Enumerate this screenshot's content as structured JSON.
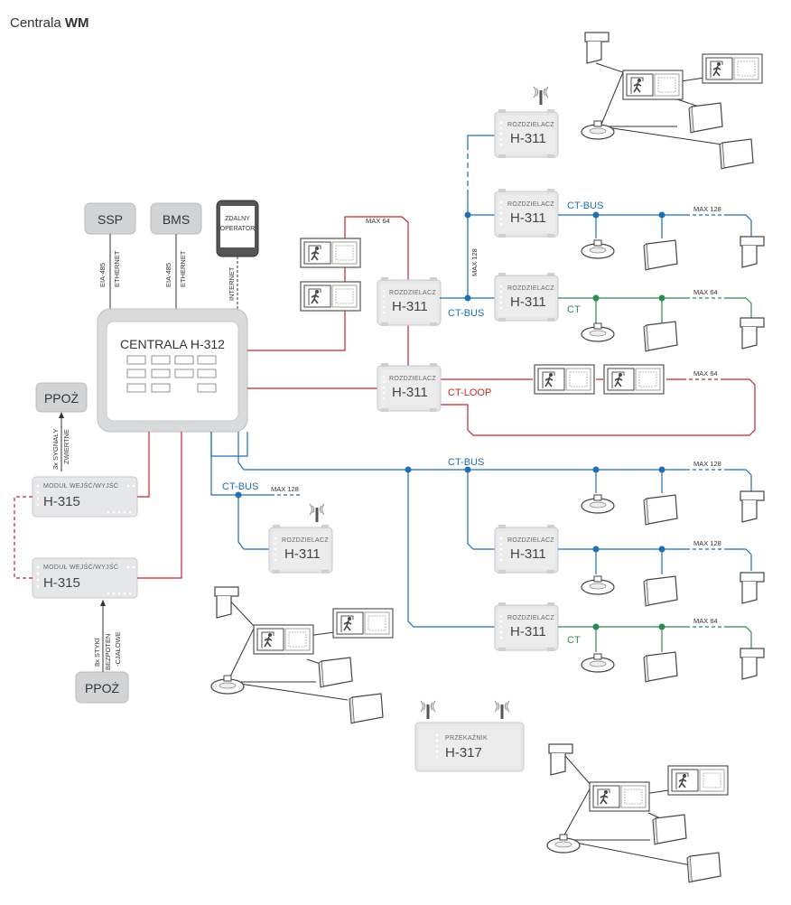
{
  "title": {
    "prefix": "Centrala ",
    "bold": "WM"
  },
  "central": {
    "label": "CENTRALA H-312"
  },
  "ssp": {
    "label": "SSP",
    "link1": "EIA-485",
    "link2": "ETHERNET"
  },
  "bms": {
    "label": "BMS",
    "link1": "EIA-485",
    "link2": "ETHERNET"
  },
  "remote": {
    "line1": "ZDALNY",
    "line2": "OPERATOR",
    "link": "INTERNET"
  },
  "ppoz_top": {
    "label": "PPOŻ",
    "link1": "3x SYGNAŁY",
    "link2": "ZWIERTNE"
  },
  "ppoz_bottom": {
    "label": "PPOŻ",
    "link1": "8x STYKI",
    "link2": "BEZPOTEN",
    "link3": "-CJAŁOWE"
  },
  "io_module": {
    "small": "MODUŁ WEJŚĆ/WYJŚĆ",
    "big": "H-315"
  },
  "distributor": {
    "small": "ROZDZIELACZ",
    "big": "H-311"
  },
  "relay": {
    "small": "PRZEKAŹNIK",
    "big": "H-317"
  },
  "labels": {
    "ct_bus": "CT-BUS",
    "ct": "CT",
    "ct_loop": "CT-LOOP",
    "max64": "MAX 64",
    "max128": "MAX 128"
  },
  "colors": {
    "red": "#c0272d",
    "blue": "#1f6fb2",
    "green": "#2e8b4e",
    "device": "#e6e7e8"
  }
}
